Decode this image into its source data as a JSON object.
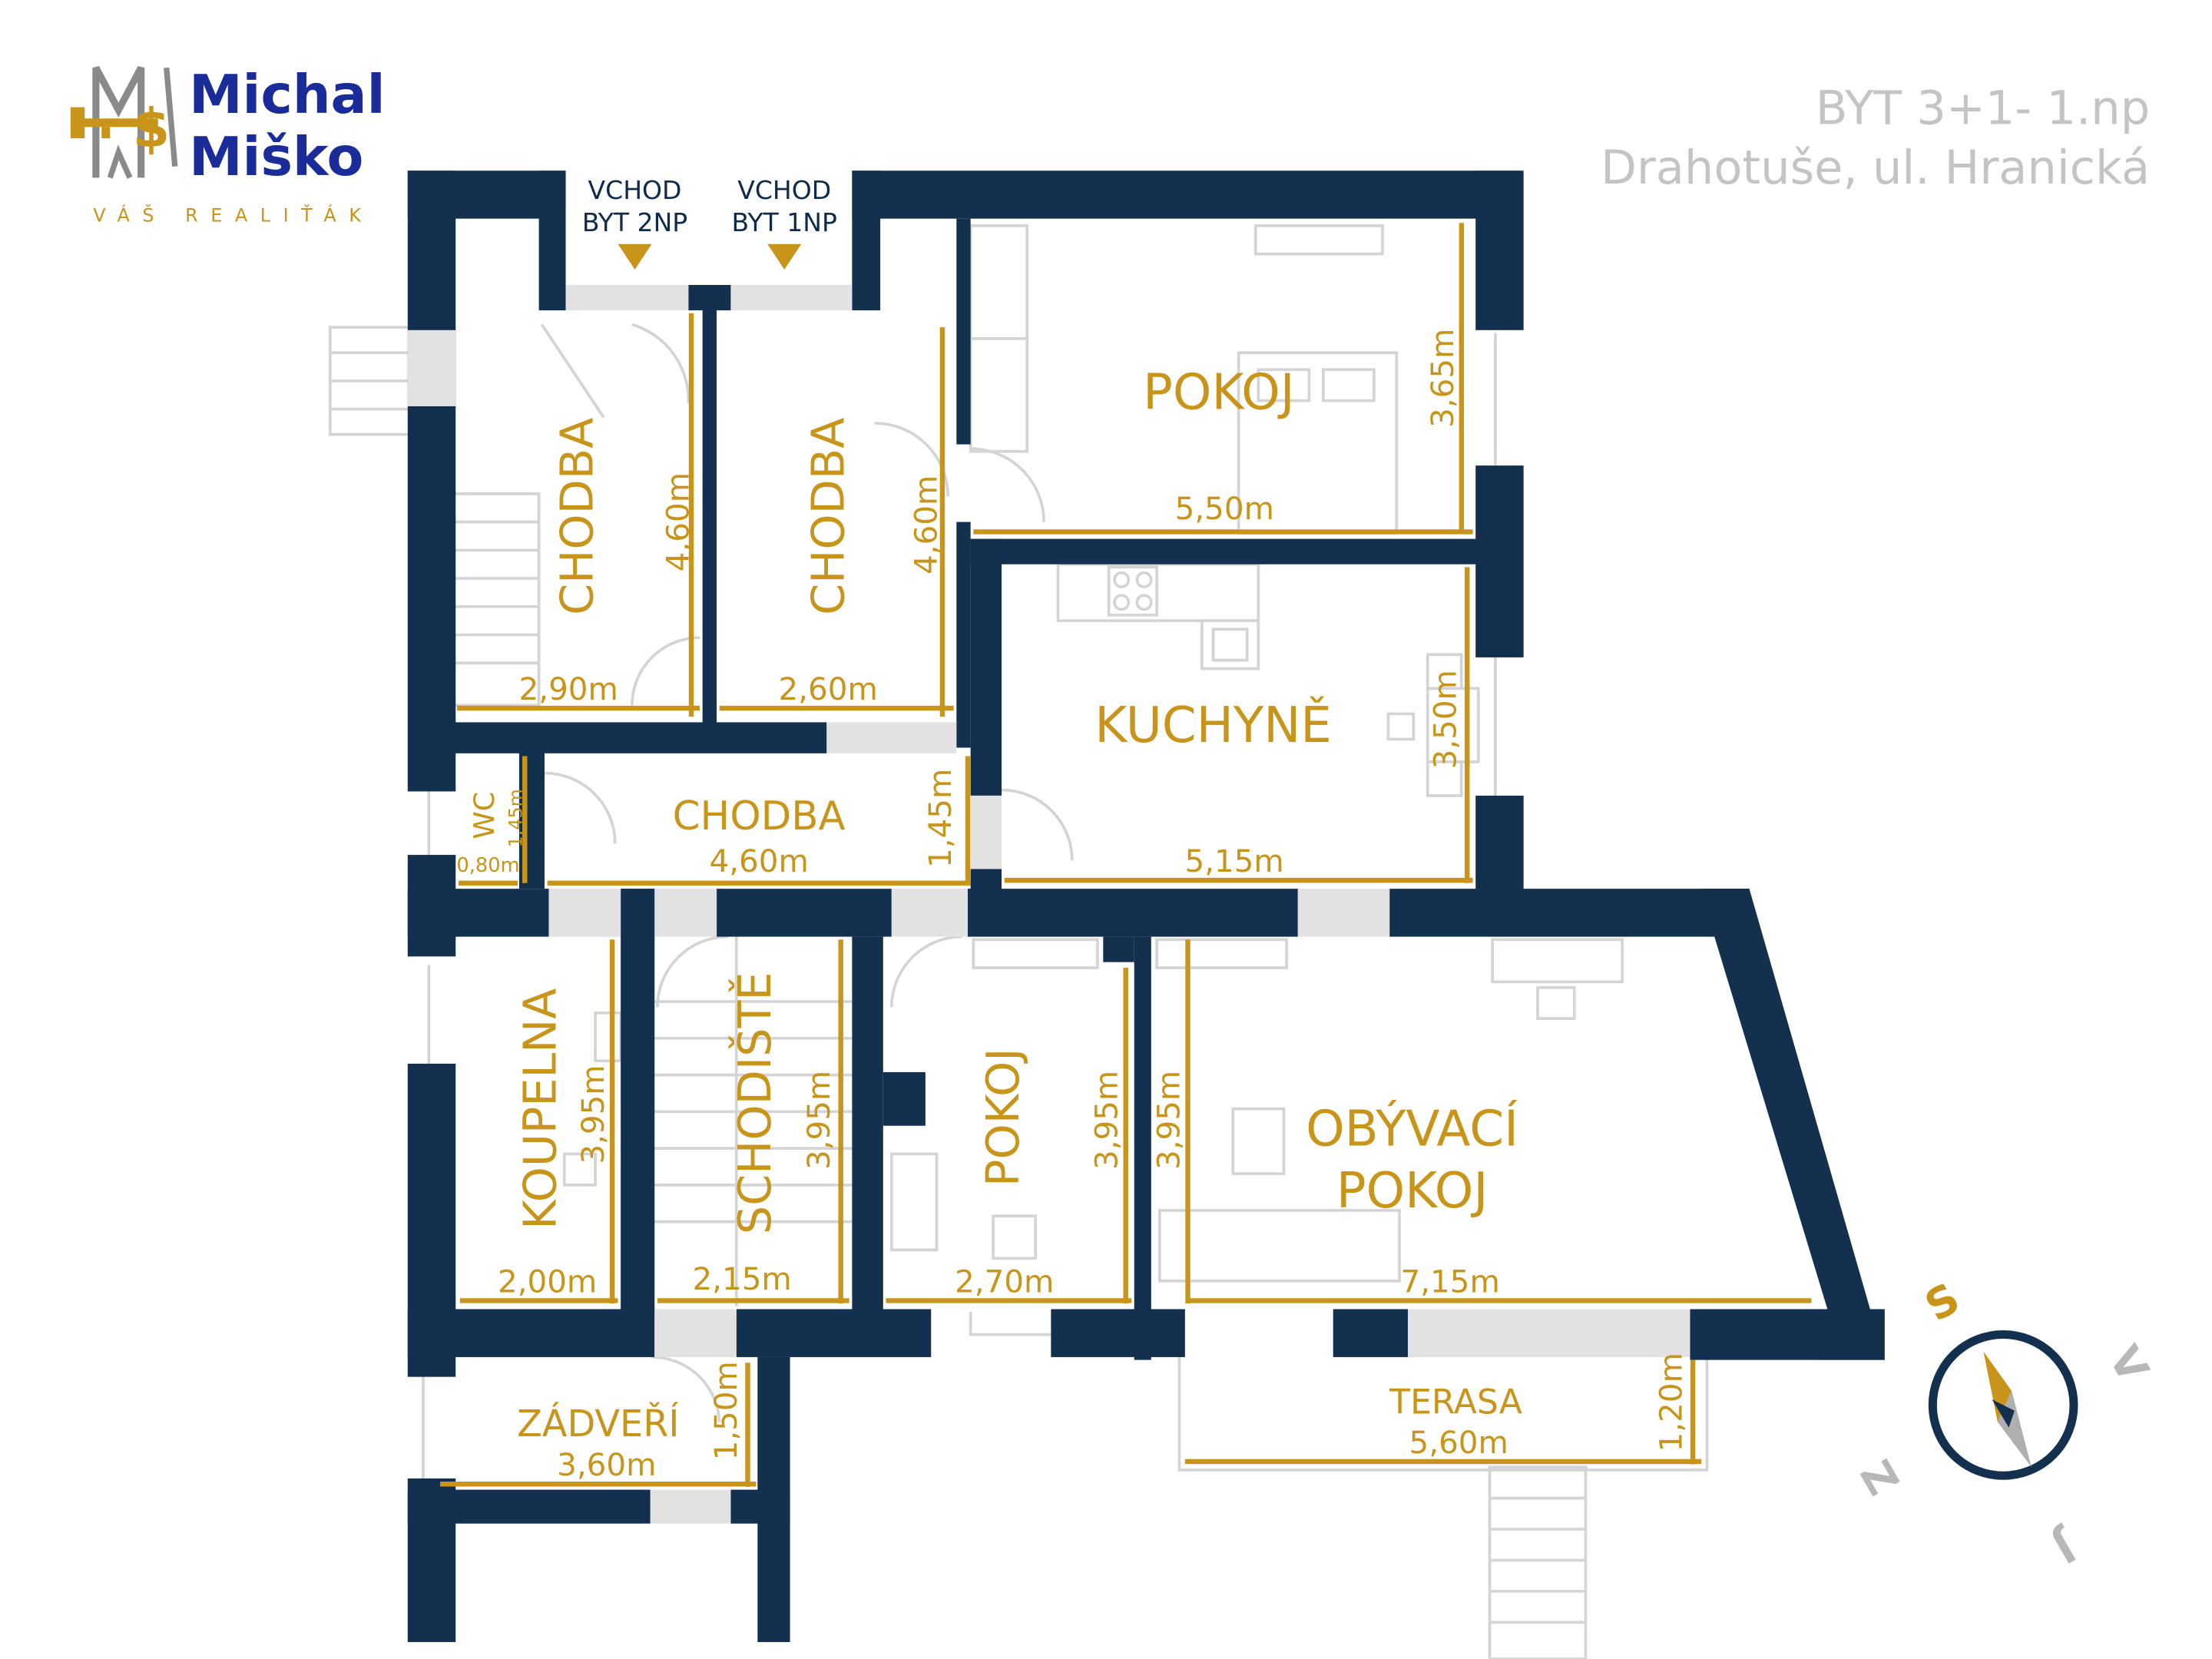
{
  "brand": {
    "name_line1": "Michal",
    "name_line2": "Miško",
    "tagline": "VÁŠ REALIŤÁK",
    "colors": {
      "primary": "#1a2b9a",
      "accent": "#c8951a"
    }
  },
  "header": {
    "title": "BYT 3+1- 1.np",
    "address": "Drahotuše, ul. Hranická"
  },
  "entrances": [
    {
      "line1": "VCHOD",
      "line2": "BYT 2NP"
    },
    {
      "line1": "VCHOD",
      "line2": "BYT 1NP"
    }
  ],
  "rooms": {
    "chodba_left": {
      "label": "CHODBA",
      "width": "2,90m",
      "length": "4,60m"
    },
    "chodba_right": {
      "label": "CHODBA",
      "width": "2,60m",
      "length": "4,60m"
    },
    "pokoj_top": {
      "label": "POKOJ",
      "width": "5,50m",
      "length": "3,65m"
    },
    "kuchyne": {
      "label": "KUCHYNĚ",
      "width": "5,15m",
      "length": "3,50m"
    },
    "wc": {
      "label": "WC",
      "width": "0,80m",
      "length": "1,45m"
    },
    "chodba_mid": {
      "label": "CHODBA",
      "width": "4,60m",
      "length": "1,45m"
    },
    "koupelna": {
      "label": "KOUPELNA",
      "width": "2,00m",
      "length": "3,95m"
    },
    "schodiste": {
      "label": "SCHODIŠTĚ",
      "width": "2,15m",
      "length": "3,95m"
    },
    "pokoj_small": {
      "label": "POKOJ",
      "width": "2,70m",
      "length": "3,95m"
    },
    "obyvaci": {
      "label_line1": "OBÝVACÍ",
      "label_line2": "POKOJ",
      "width": "7,15m",
      "length": "3,95m"
    },
    "zadveri": {
      "label": "ZÁDVEŘÍ",
      "width": "3,60m",
      "length": "1,50m"
    },
    "terasa": {
      "label": "TERASA",
      "width": "5,60m",
      "length": "1,20m"
    }
  },
  "compass": {
    "letters": {
      "north": "S",
      "east": "V",
      "south": "J",
      "west": "Z"
    },
    "icon": "compass-icon",
    "colors": {
      "ring": "#14304f",
      "needle_north": "#c8951a",
      "needle_south": "#b0b0b0",
      "letters_north": "#c8951a",
      "letters_other": "#b8b8b8"
    }
  },
  "colors": {
    "wall": "#14304f",
    "label": "#c8951a",
    "window": "#e2e2e2",
    "header": "#c4c4c4"
  }
}
